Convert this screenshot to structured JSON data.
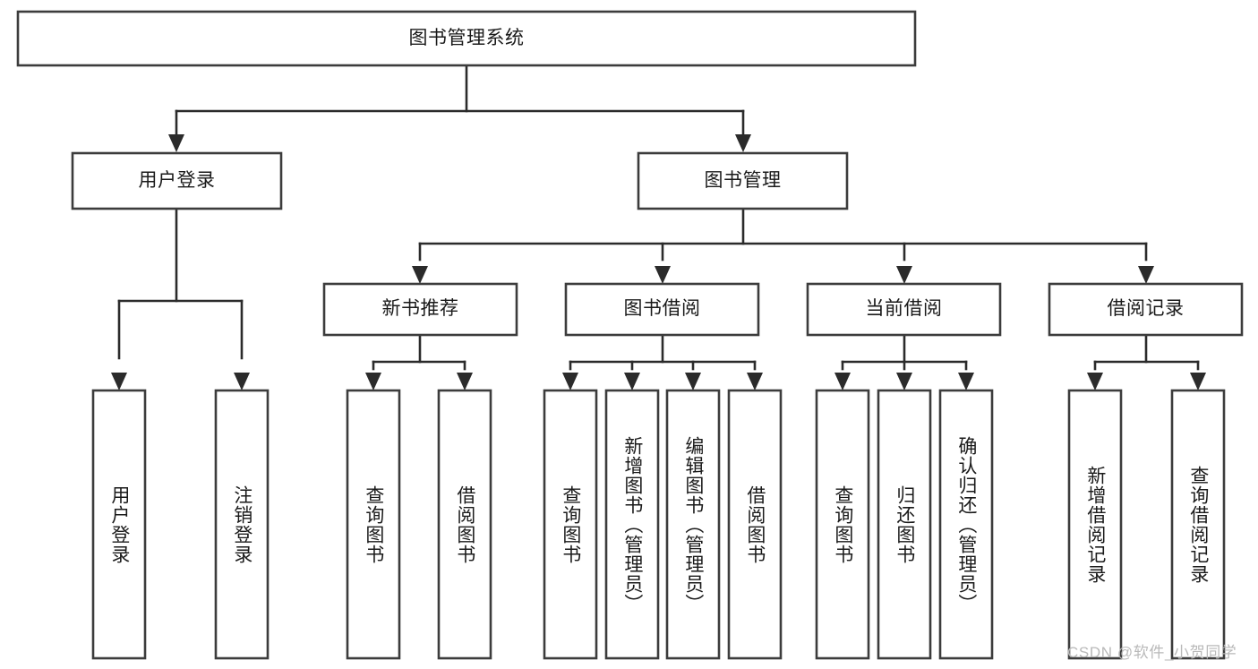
{
  "diagram": {
    "title": "图书管理系统",
    "watermark": "CSDN @软件_小贺同学",
    "colors": {
      "background": "#ffffff",
      "box_stroke": "#3c3c3c",
      "connector": "#2b2b2b",
      "text": "#1a1a1a",
      "watermark": "#b9b9b9"
    },
    "nodes": {
      "root": {
        "label": "图书管理系统",
        "level": 1,
        "orientation": "horizontal"
      },
      "l2": [
        {
          "id": "user-login",
          "label": "用户登录",
          "level": 2,
          "orientation": "horizontal"
        },
        {
          "id": "book-management",
          "label": "图书管理",
          "level": 2,
          "orientation": "horizontal"
        }
      ],
      "l3": [
        {
          "id": "new-book-recommend",
          "label": "新书推荐",
          "level": 3,
          "orientation": "horizontal"
        },
        {
          "id": "book-borrow",
          "label": "图书借阅",
          "level": 3,
          "orientation": "horizontal"
        },
        {
          "id": "current-borrow",
          "label": "当前借阅",
          "level": 3,
          "orientation": "horizontal"
        },
        {
          "id": "borrow-record",
          "label": "借阅记录",
          "level": 3,
          "orientation": "horizontal"
        }
      ],
      "leaves": [
        {
          "id": "leaf-user-login",
          "label": "用户登录",
          "parent": "user-login",
          "orientation": "vertical"
        },
        {
          "id": "leaf-user-logout",
          "label": "注销登录",
          "parent": "user-login",
          "orientation": "vertical"
        },
        {
          "id": "leaf-query-book-1",
          "label": "查询图书",
          "parent": "new-book-recommend",
          "orientation": "vertical"
        },
        {
          "id": "leaf-borrow-book-1",
          "label": "借阅图书",
          "parent": "new-book-recommend",
          "orientation": "vertical"
        },
        {
          "id": "leaf-query-book-2",
          "label": "查询图书",
          "parent": "book-borrow",
          "orientation": "vertical"
        },
        {
          "id": "leaf-add-book",
          "label": "新增图书（管理员）",
          "parent": "book-borrow",
          "orientation": "vertical"
        },
        {
          "id": "leaf-edit-book",
          "label": "编辑图书（管理员）",
          "parent": "book-borrow",
          "orientation": "vertical"
        },
        {
          "id": "leaf-borrow-book-2",
          "label": "借阅图书",
          "parent": "book-borrow",
          "orientation": "vertical"
        },
        {
          "id": "leaf-query-book-3",
          "label": "查询图书",
          "parent": "current-borrow",
          "orientation": "vertical"
        },
        {
          "id": "leaf-return-book",
          "label": "归还图书",
          "parent": "current-borrow",
          "orientation": "vertical"
        },
        {
          "id": "leaf-confirm-return",
          "label": "确认归还（管理员）",
          "parent": "current-borrow",
          "orientation": "vertical"
        },
        {
          "id": "leaf-add-record",
          "label": "新增借阅记录",
          "parent": "borrow-record",
          "orientation": "vertical"
        },
        {
          "id": "leaf-query-record",
          "label": "查询借阅记录",
          "parent": "borrow-record",
          "orientation": "vertical"
        }
      ]
    }
  }
}
